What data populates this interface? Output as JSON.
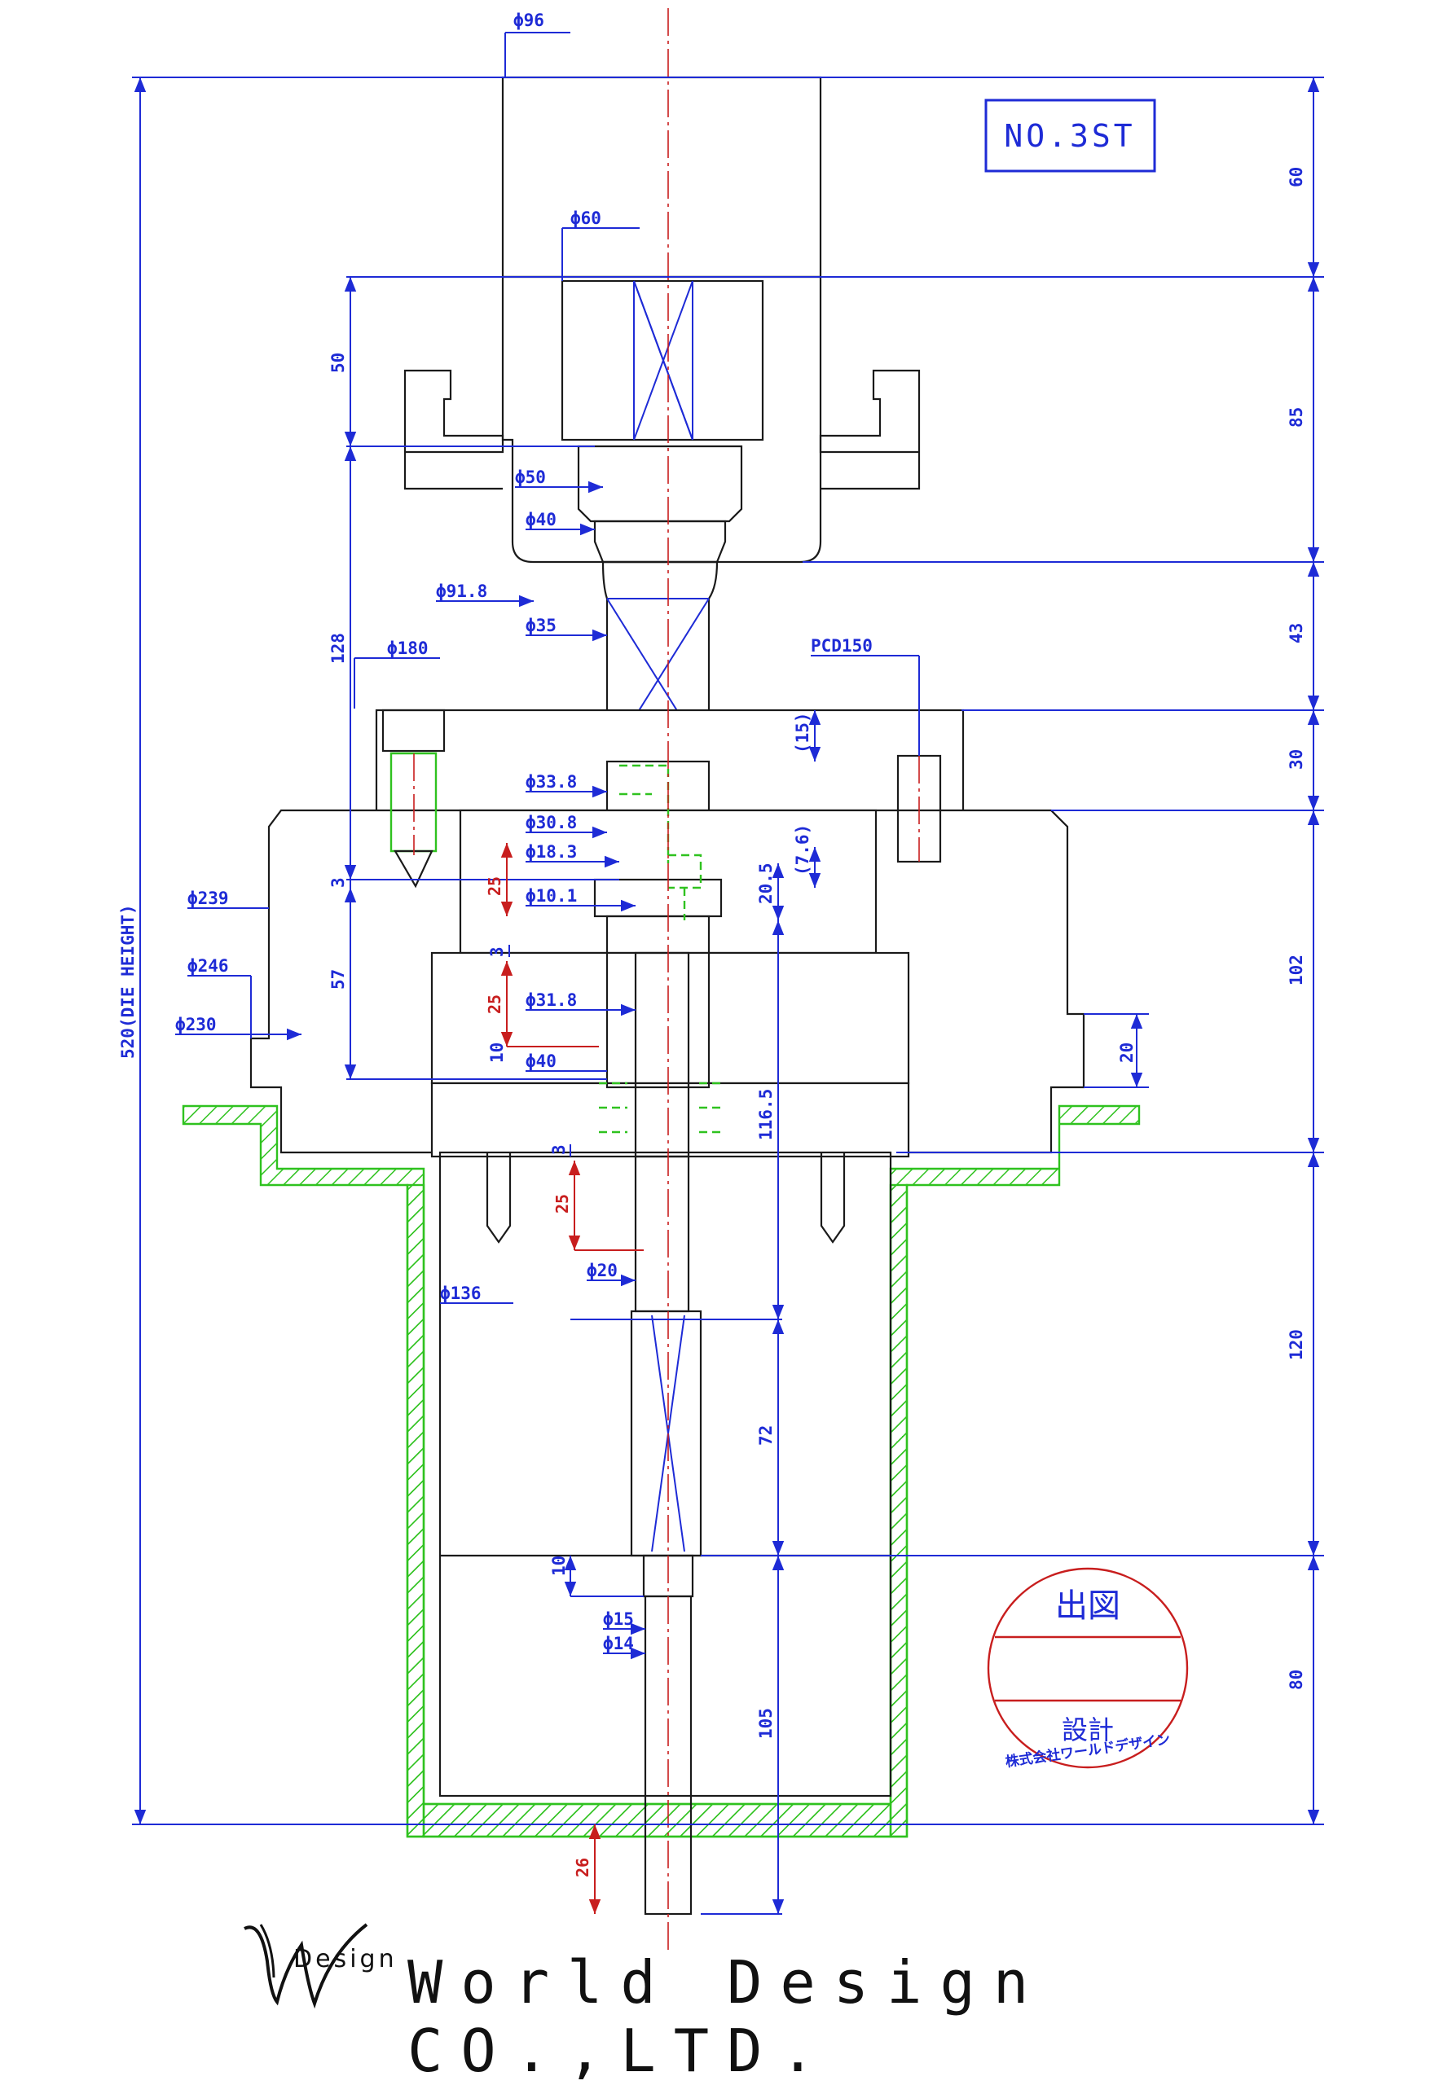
{
  "station": "NO.3ST",
  "company": "World Design CO.,LTD.",
  "logo_sub": "Design",
  "stamp": {
    "top": "出図",
    "middle": "設計",
    "bottom": "株式会社ワールドデザイン"
  },
  "dims_left": {
    "d96": "ϕ96",
    "d60": "ϕ60",
    "d50": "ϕ50",
    "d40a": "ϕ40",
    "d91_8": "ϕ91.8",
    "d35": "ϕ35",
    "d180": "ϕ180",
    "d33_8": "ϕ33.8",
    "d30_8": "ϕ30.8",
    "d18_3": "ϕ18.3",
    "d10_1": "ϕ10.1",
    "d239": "ϕ239",
    "d246": "ϕ246",
    "d230": "ϕ230",
    "d31_8": "ϕ31.8",
    "d40b": "ϕ40",
    "d136": "ϕ136",
    "d20": "ϕ20",
    "d15": "ϕ15",
    "d14": "ϕ14",
    "pcd": "PCD150"
  },
  "dims_vertical_left": {
    "v50": "50",
    "v128": "128",
    "v3a": "3",
    "v57": "57",
    "v3b": "3",
    "v10": "10",
    "v3c": "3",
    "v10b": "10",
    "die_height": "520(DIE HEIGHT)"
  },
  "dims_red": {
    "r25a": "25",
    "r25b": "25",
    "r25c": "25",
    "r26": "26"
  },
  "dims_vertical_right": {
    "v60": "60",
    "v85": "85",
    "v43": "43",
    "v30": "30",
    "v102": "102",
    "v120": "120",
    "v80": "80"
  },
  "dims_center": {
    "p15": "(15)",
    "p7_6": "(7.6)",
    "v20_5": "20.5",
    "v116_5": "116.5",
    "v72": "72",
    "v105": "105",
    "v20r": "20"
  }
}
